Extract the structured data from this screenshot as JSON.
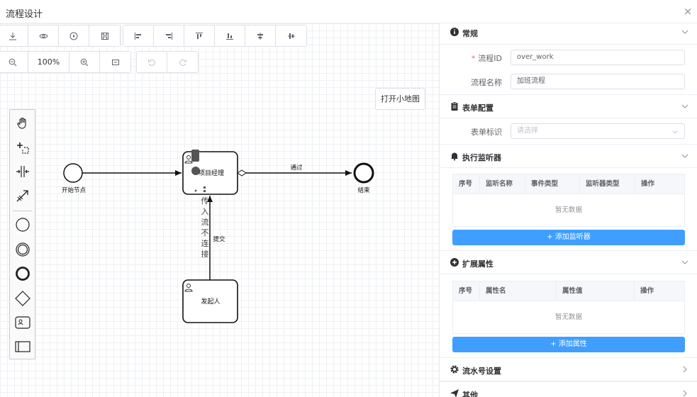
{
  "dialog": {
    "title": "流程设计",
    "close": "×"
  },
  "toolbar": {
    "zoom": "100%",
    "minimap": "打开小地图"
  },
  "diagram": {
    "start_label": "开始节点",
    "end_label": "结束",
    "task1_label": "项目经理",
    "task2_label": "发起人",
    "flow1_label": "通过",
    "flow2_label": "提交",
    "vertical_text": [
      "传",
      "入",
      "流",
      "不",
      "连",
      "接"
    ]
  },
  "panel": {
    "general": {
      "title": "常规",
      "id_label": "流程ID",
      "id_value": "over_work",
      "name_label": "流程名称",
      "name_value": "加班流程"
    },
    "form": {
      "title": "表单配置",
      "key_label": "表单标识",
      "key_placeholder": "请选择"
    },
    "listeners": {
      "title": "执行监听器",
      "columns": [
        "序号",
        "监听名称",
        "事件类型",
        "监听器类型",
        "操作"
      ],
      "empty": "暂无数据",
      "add": "+ 添加监听器"
    },
    "extension": {
      "title": "扩展属性",
      "columns": [
        "序号",
        "属性名",
        "属性值",
        "操作"
      ],
      "empty": "暂无数据",
      "add": "+ 添加属性"
    },
    "serial": {
      "title": "流水号设置"
    },
    "other": {
      "title": "其他"
    }
  }
}
